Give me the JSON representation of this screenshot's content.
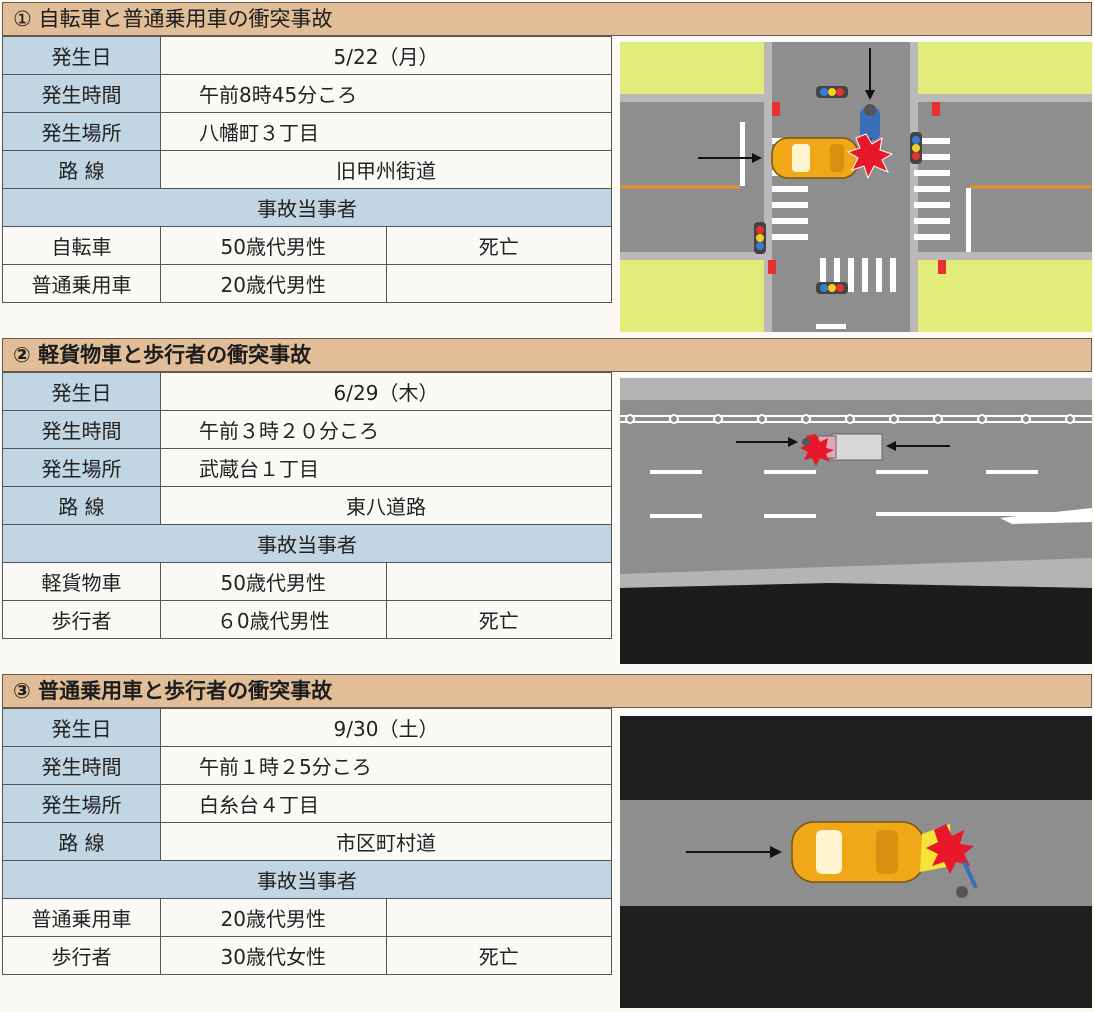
{
  "accidents": [
    {
      "header": "① 自転車と普通乗用車の衝突事故",
      "date_label": "発生日",
      "date": "5/22（月）",
      "time_label": "発生時間",
      "time": "午前8時45分ころ",
      "place_label": "発生場所",
      "place": "八幡町３丁目",
      "route_label": "路 線",
      "route": "旧甲州街道",
      "parties_label": "事故当事者",
      "parties": [
        {
          "name": "自転車",
          "age": "50歳代男性",
          "outcome": "死亡"
        },
        {
          "name": "普通乗用車",
          "age": "20歳代男性",
          "outcome": ""
        }
      ]
    },
    {
      "header": "② 軽貨物車と歩行者の衝突事故",
      "date_label": "発生日",
      "date": "6/29（木）",
      "time_label": "発生時間",
      "time": "午前３時２０分ころ",
      "place_label": "発生場所",
      "place": "武蔵台１丁目",
      "route_label": "路 線",
      "route": "東八道路",
      "parties_label": "事故当事者",
      "parties": [
        {
          "name": "軽貨物車",
          "age": "50歳代男性",
          "outcome": ""
        },
        {
          "name": "歩行者",
          "age": "６0歳代男性",
          "outcome": "死亡"
        }
      ]
    },
    {
      "header": "③ 普通乗用車と歩行者の衝突事故",
      "date_label": "発生日",
      "date": "9/30（土）",
      "time_label": "発生時間",
      "time": "午前１時２5分ころ",
      "place_label": "発生場所",
      "place": "白糸台４丁目",
      "route_label": "路 線",
      "route": "市区町村道",
      "parties_label": "事故当事者",
      "parties": [
        {
          "name": "普通乗用車",
          "age": "20歳代男性",
          "outcome": ""
        },
        {
          "name": "歩行者",
          "age": "30歳代女性",
          "outcome": "死亡"
        }
      ]
    }
  ],
  "colors": {
    "header_bg": "#e2be98",
    "label_bg": "#c2d5e3",
    "road": "#8e8e8e",
    "grass": "#e2ec7a",
    "car": "#f0a818",
    "impact": "#e8182a"
  }
}
